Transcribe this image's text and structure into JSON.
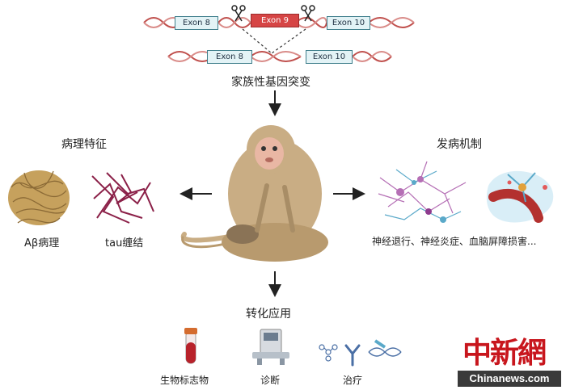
{
  "gene": {
    "row1": [
      "Exon 8",
      "Exon 9",
      "Exon 10"
    ],
    "row2": [
      "Exon 8",
      "Exon 10"
    ],
    "caption": "家族性基因突变"
  },
  "left": {
    "title": "病理特征",
    "items": [
      "Aβ病理",
      "tau缠结"
    ]
  },
  "right": {
    "title": "发病机制",
    "caption": "神经退行、神经炎症、血脑屏障损害..."
  },
  "bottom": {
    "title": "转化应用",
    "items": [
      "生物标志物",
      "诊断",
      "治疗"
    ]
  },
  "watermark": {
    "logo_chars": "中新網",
    "site": "Chinanews.com"
  },
  "colors": {
    "exon_fill": "#e3f3f6",
    "exon_mutant": "#d64545",
    "dna_strand": "#c0504d",
    "arrow": "#222222",
    "monkey": "#c9ad84",
    "watermark_red": "#c8161d"
  }
}
